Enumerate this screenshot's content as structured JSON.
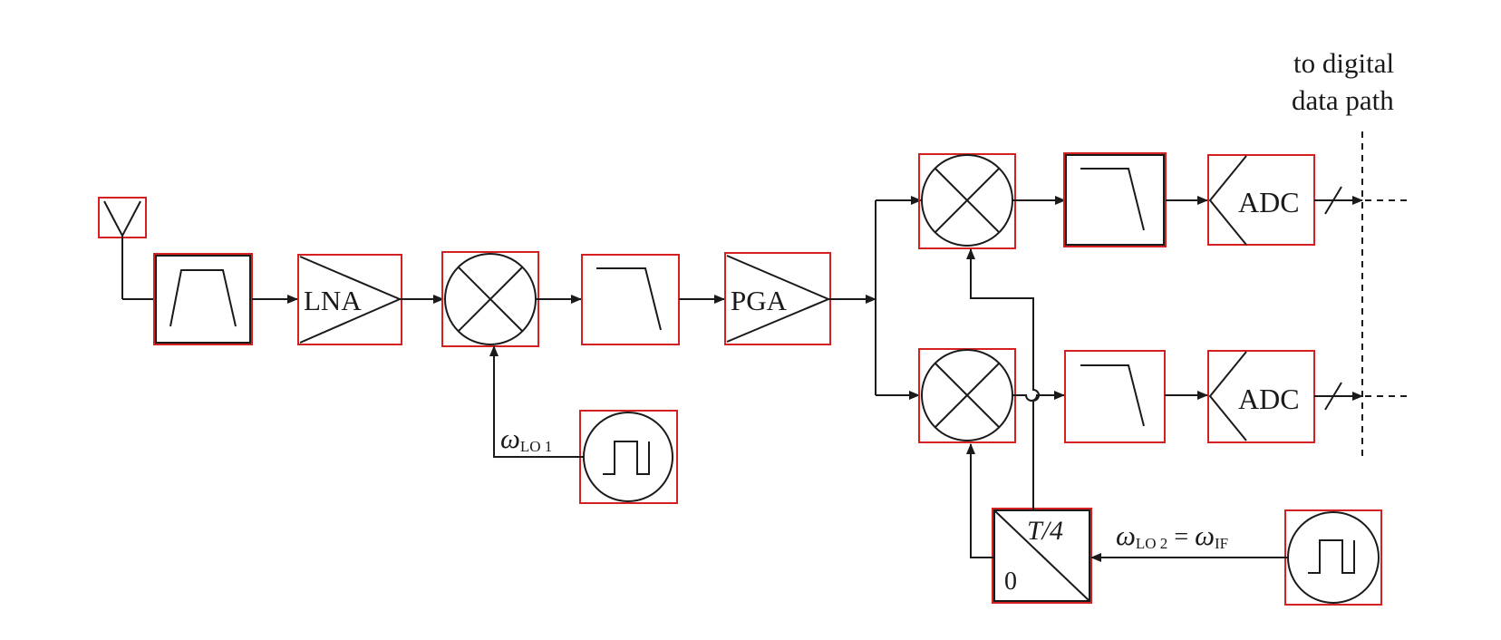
{
  "blocks": {
    "lna": "LNA",
    "pga": "PGA",
    "adc_i": "ADC",
    "adc_q": "ADC",
    "phase_top": "T/4",
    "phase_bottom": "0"
  },
  "labels": {
    "output_line1": "to digital",
    "output_line2": "data path",
    "lo1_omega": "ω",
    "lo1_sub": "LO 1",
    "lo2_omega": "ω",
    "lo2_sub": "LO 2",
    "lo2_eq": " = ",
    "if_omega": "ω",
    "if_sub": "IF"
  },
  "colors": {
    "line": "#1a1a1a",
    "highlight_frame": "#d42020",
    "background": "#ffffff"
  }
}
